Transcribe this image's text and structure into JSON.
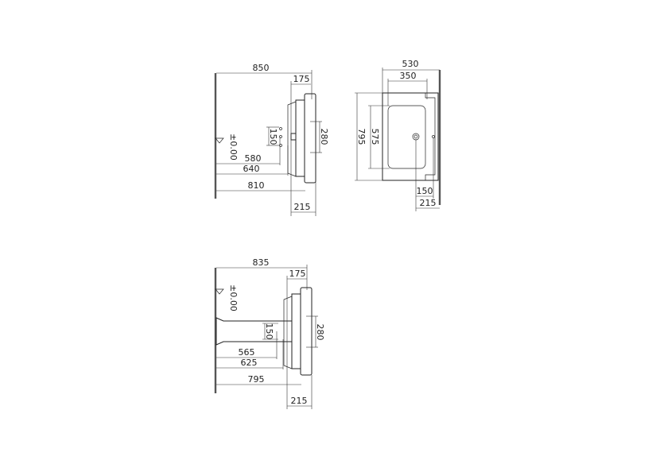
{
  "side_view_top": {
    "level_label": "±0.00",
    "dims": {
      "total_projection": "850",
      "basin_depth_top": "175",
      "bracket_spacing": "280",
      "pipe_spacing": "150",
      "pipe_height_low": "580",
      "pipe_height_high": "640",
      "rim_height": "810",
      "basin_depth_bottom": "215"
    }
  },
  "plan_view": {
    "dims": {
      "width": "530",
      "bowl_width": "350",
      "length": "795",
      "bowl_length": "575",
      "drain_offset": "150",
      "depth": "215"
    }
  },
  "side_view_pedestal": {
    "level_label": "±0.00",
    "dims": {
      "total_projection": "835",
      "basin_depth_top": "175",
      "bracket_spacing": "280",
      "pipe_spacing": "150",
      "pipe_height_low": "565",
      "pipe_height_high": "625",
      "rim_height": "795",
      "basin_depth_bottom": "215"
    }
  }
}
